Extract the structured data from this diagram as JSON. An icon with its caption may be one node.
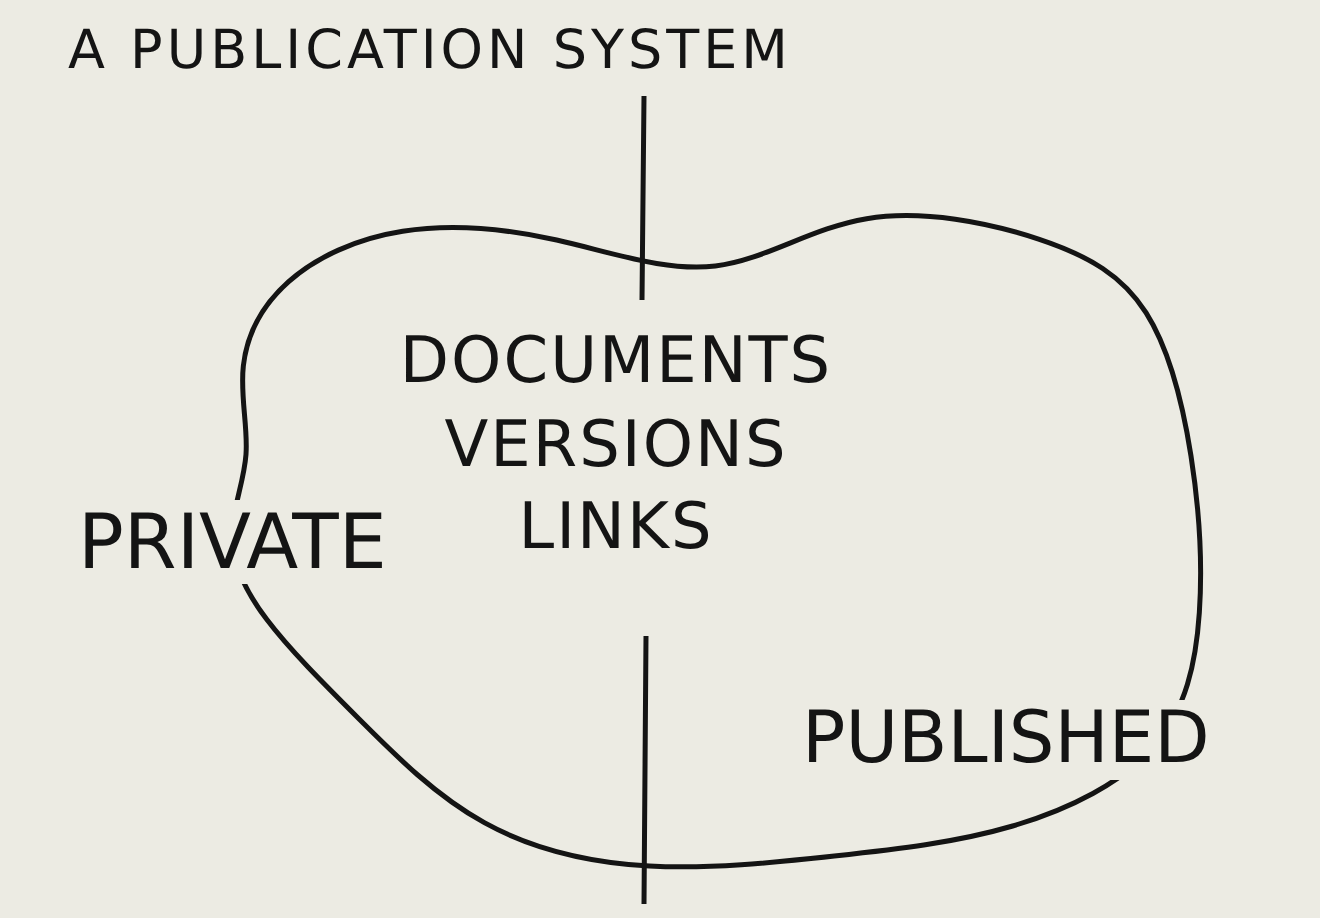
{
  "diagram": {
    "title": "A PUBLICATION SYSTEM",
    "nodes": [
      {
        "text": [
          "DOCUMENTS VERSIONS LINKS"
        ]
      }
    ],
    "labels": [
      "PRIVATE",
      "PUBLISHED"
    ]
  }
}
